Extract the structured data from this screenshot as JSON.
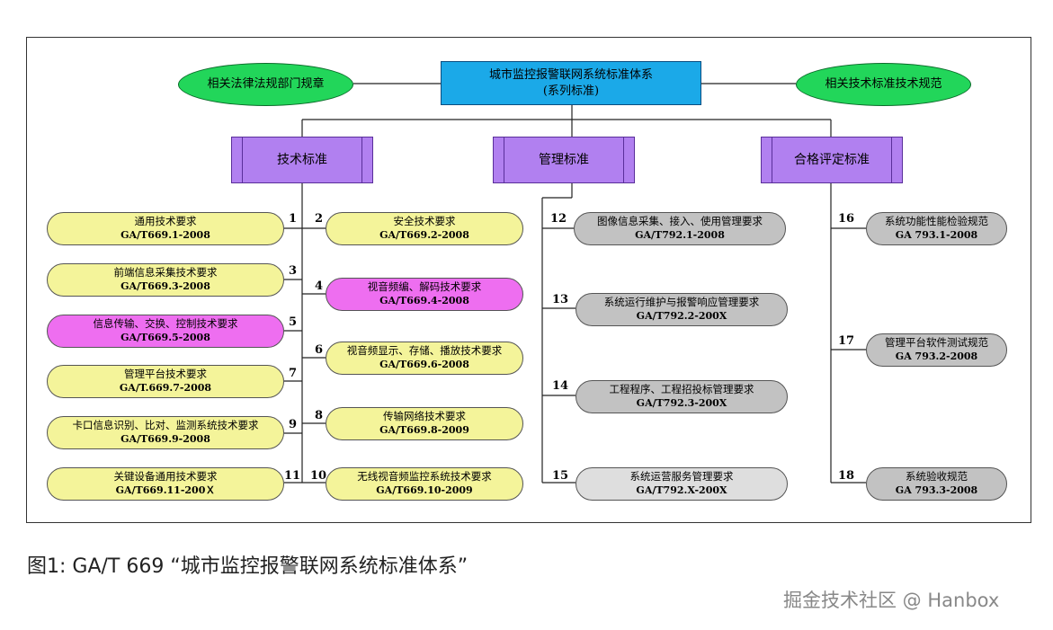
{
  "root": {
    "line1": "城市监控报警联网系统标准体系",
    "line2": "(系列标准)"
  },
  "left_ellipse": "相关法律法规部门规章",
  "right_ellipse": "相关技术标准技术规范",
  "categories": [
    "技术标准",
    "管理标准",
    "合格评定标准"
  ],
  "items": [
    {
      "num": "1",
      "title": "通用技术要求",
      "code": "GA/T669.1-2008",
      "color": "#f4f49a"
    },
    {
      "num": "2",
      "title": "安全技术要求",
      "code": "GA/T669.2-2008",
      "color": "#f4f49a"
    },
    {
      "num": "3",
      "title": "前端信息采集技术要求",
      "code": "GA/T669.3-2008",
      "color": "#f4f49a"
    },
    {
      "num": "4",
      "title": "视音频编、解码技术要求",
      "code": "GA/T669.4-2008",
      "color": "#ee6ef0"
    },
    {
      "num": "5",
      "title": "信息传输、交换、控制技术要求",
      "code": "GA/T669.5-2008",
      "color": "#ee6ef0"
    },
    {
      "num": "6",
      "title": "视音频显示、存储、播放技术要求",
      "code": "GA/T669.6-2008",
      "color": "#f4f49a"
    },
    {
      "num": "7",
      "title": "管理平台技术要求",
      "code": "GA/T.669.7-2008",
      "color": "#f4f49a"
    },
    {
      "num": "8",
      "title": "传输网络技术要求",
      "code": "GA/T669.8-2009",
      "color": "#f4f49a"
    },
    {
      "num": "9",
      "title": "卡口信息识别、比对、监测系统技术要求",
      "code": "GA/T669.9-2008",
      "color": "#f4f49a"
    },
    {
      "num": "10",
      "title": "无线视音频监控系统技术要求",
      "code": "GA/T669.10-2009",
      "color": "#f4f49a"
    },
    {
      "num": "11",
      "title": "关键设备通用技术要求",
      "code": "GA/T669.11-200Ｘ",
      "color": "#f4f49a"
    },
    {
      "num": "12",
      "title": "图像信息采集、接入、使用管理要求",
      "code": "GA/T792.1-2008",
      "color": "#c2c2c2"
    },
    {
      "num": "13",
      "title": "系统运行维护与报警响应管理要求",
      "code": "GA/T792.2-200X",
      "color": "#c2c2c2"
    },
    {
      "num": "14",
      "title": "工程程序、工程招投标管理要求",
      "code": "GA/T792.3-200X",
      "color": "#c2c2c2"
    },
    {
      "num": "15",
      "title": "系统运营服务管理要求",
      "code": "GA/T792.X-200X",
      "color": "#dedede"
    },
    {
      "num": "16",
      "title": "系统功能性能检验规范",
      "code": "GA 793.1-2008",
      "color": "#c2c2c2"
    },
    {
      "num": "17",
      "title": "管理平台软件测试规范",
      "code": "GA 793.2-2008",
      "color": "#c2c2c2"
    },
    {
      "num": "18",
      "title": "系统验收规范",
      "code": "GA 793.3-2008",
      "color": "#c2c2c2"
    }
  ],
  "caption": "图1: GA/T 669 “城市监控报警联网系统标准体系”",
  "watermark": "掘金技术社区 @ Hanbox"
}
